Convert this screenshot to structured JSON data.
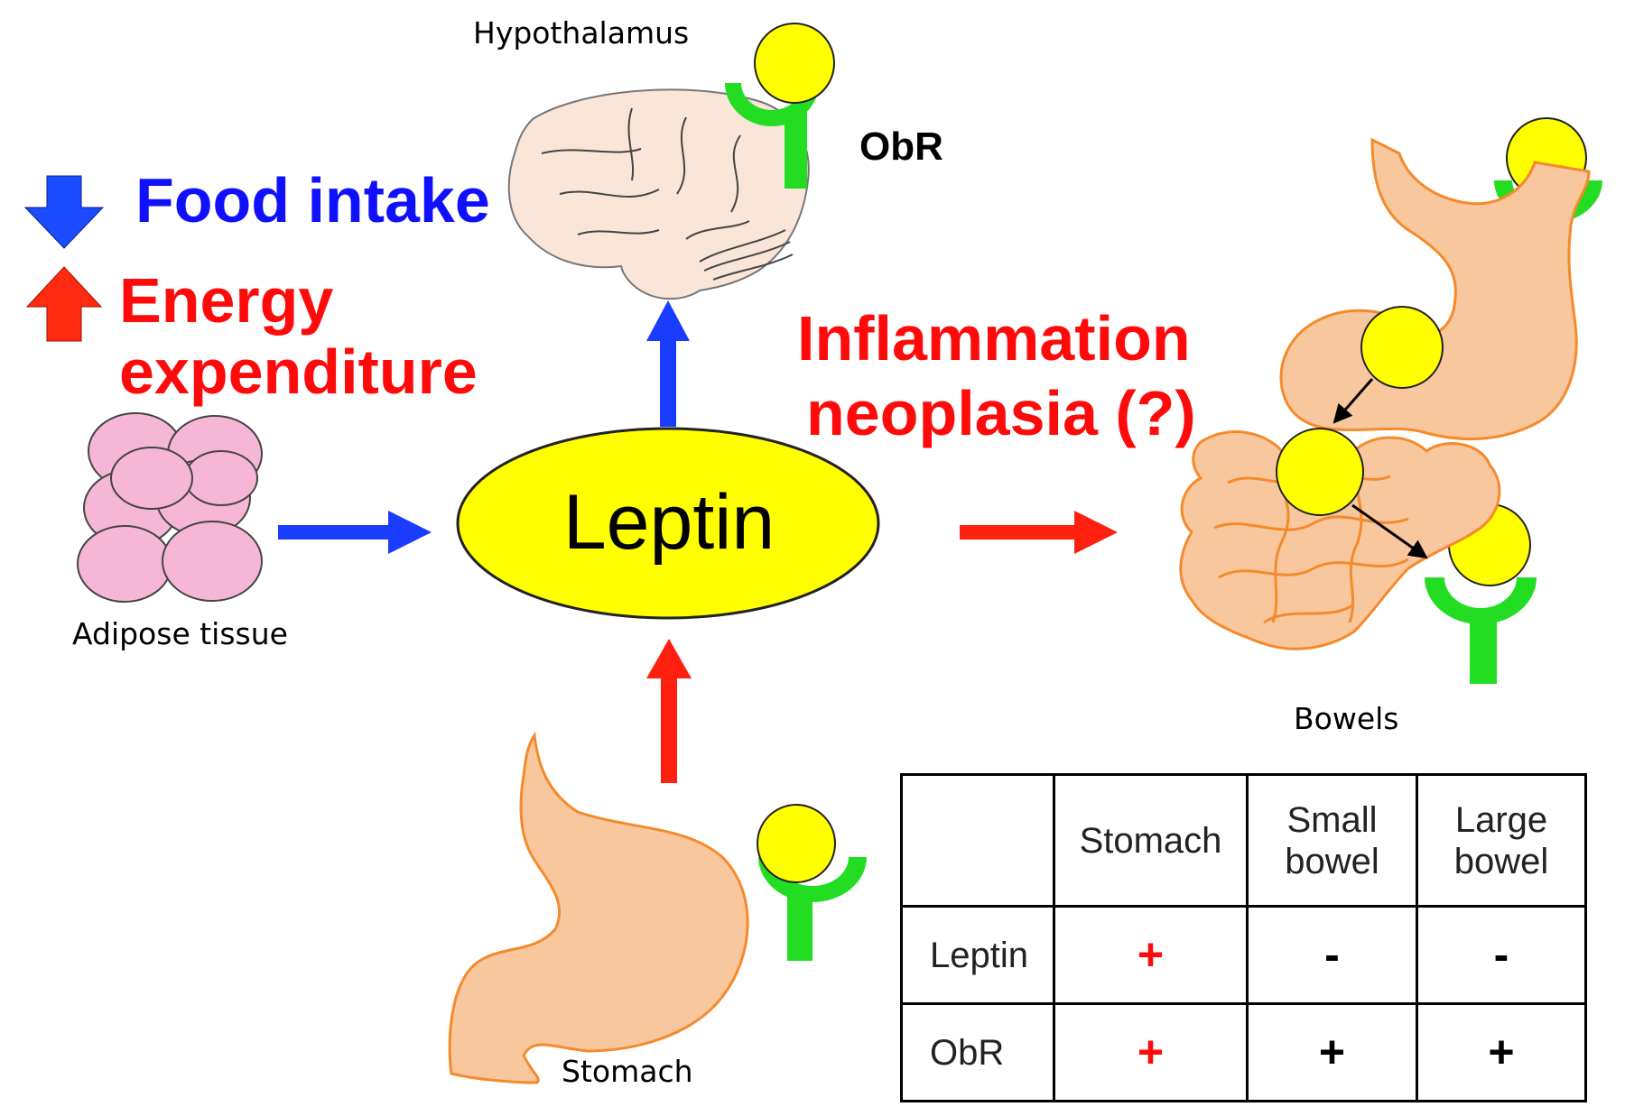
{
  "labels": {
    "hypothalamus": "Hypothalamus",
    "obr": "ObR",
    "food_intake": "Food intake",
    "energy_line1": "Energy",
    "energy_line2": "expenditure",
    "adipose": "Adipose tissue",
    "leptin": "Leptin",
    "inflammation_line1": "Inflammation",
    "inflammation_line2": "neoplasia (?)",
    "bowels": "Bowels",
    "stomach": "Stomach"
  },
  "table": {
    "columns": [
      "",
      "Stomach",
      "Small\nbowel",
      "Large\nbowel"
    ],
    "rows": [
      {
        "label": "Leptin",
        "cells": [
          "+",
          "-",
          "-"
        ]
      },
      {
        "label": "ObR",
        "cells": [
          "+",
          "+",
          "+"
        ]
      }
    ],
    "sign_colors": [
      [
        "#ff0a0a",
        "#000000",
        "#000000"
      ],
      [
        "#ff0a0a",
        "#000000",
        "#000000"
      ]
    ]
  },
  "colors": {
    "blue_arrow": "#1a3cff",
    "red_arrow": "#ff2010",
    "leptin_fill": "#ffff00",
    "receptor_green": "#22dd22",
    "organ_fill": "#f9c79d",
    "organ_stroke": "#f58a2c",
    "brain_fill": "#f9e6d8",
    "adipocyte_fill": "#f6b7d6"
  }
}
